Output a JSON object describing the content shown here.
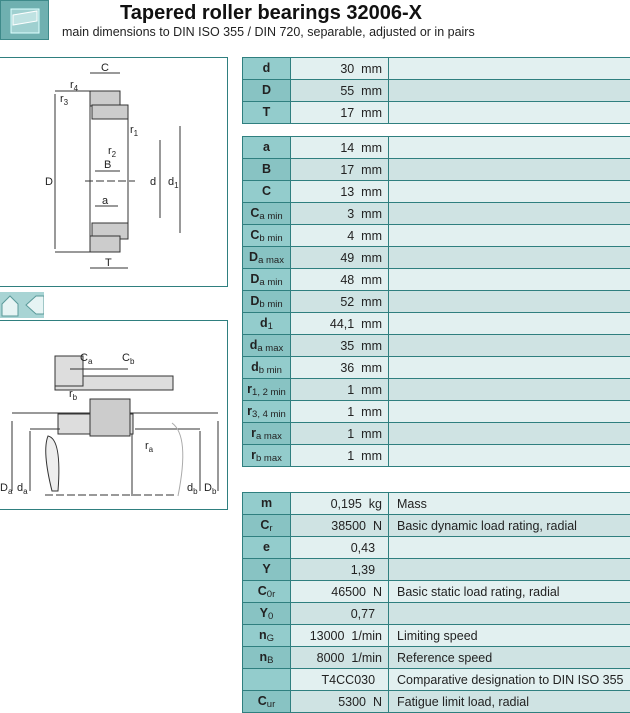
{
  "header": {
    "title": "Tapered roller bearings 32006-X",
    "subtitle": "main dimensions to DIN ISO 355 / DIN 720, separable, adjusted or in pairs"
  },
  "drawing1": {
    "labels": [
      "C",
      "r4",
      "r3",
      "r1",
      "r2",
      "B",
      "D",
      "d",
      "d1",
      "a",
      "T"
    ]
  },
  "drawing2": {
    "labels": [
      "Ca",
      "Cb",
      "rb",
      "ra",
      "Da",
      "da",
      "db",
      "Db"
    ]
  },
  "table1": [
    {
      "sym": "d",
      "sub": "",
      "value": "30",
      "unit": "mm",
      "desc": ""
    },
    {
      "sym": "D",
      "sub": "",
      "value": "55",
      "unit": "mm",
      "desc": ""
    },
    {
      "sym": "T",
      "sub": "",
      "value": "17",
      "unit": "mm",
      "desc": ""
    }
  ],
  "table2": [
    {
      "sym": "a",
      "sub": "",
      "value": "14",
      "unit": "mm",
      "desc": ""
    },
    {
      "sym": "B",
      "sub": "",
      "value": "17",
      "unit": "mm",
      "desc": ""
    },
    {
      "sym": "C",
      "sub": "",
      "value": "13",
      "unit": "mm",
      "desc": ""
    },
    {
      "sym": "C",
      "sub": "a min",
      "value": "3",
      "unit": "mm",
      "desc": ""
    },
    {
      "sym": "C",
      "sub": "b min",
      "value": "4",
      "unit": "mm",
      "desc": ""
    },
    {
      "sym": "D",
      "sub": "a max",
      "value": "49",
      "unit": "mm",
      "desc": ""
    },
    {
      "sym": "D",
      "sub": "a min",
      "value": "48",
      "unit": "mm",
      "desc": ""
    },
    {
      "sym": "D",
      "sub": "b min",
      "value": "52",
      "unit": "mm",
      "desc": ""
    },
    {
      "sym": "d",
      "sub": "1",
      "value": "44,1",
      "unit": "mm",
      "desc": ""
    },
    {
      "sym": "d",
      "sub": "a max",
      "value": "35",
      "unit": "mm",
      "desc": ""
    },
    {
      "sym": "d",
      "sub": "b min",
      "value": "36",
      "unit": "mm",
      "desc": ""
    },
    {
      "sym": "r",
      "sub": "1, 2 min",
      "value": "1",
      "unit": "mm",
      "desc": ""
    },
    {
      "sym": "r",
      "sub": "3, 4 min",
      "value": "1",
      "unit": "mm",
      "desc": ""
    },
    {
      "sym": "r",
      "sub": "a max",
      "value": "1",
      "unit": "mm",
      "desc": ""
    },
    {
      "sym": "r",
      "sub": "b max",
      "value": "1",
      "unit": "mm",
      "desc": ""
    }
  ],
  "table3": [
    {
      "sym": "m",
      "sub": "",
      "value": "0,195",
      "unit": "kg",
      "desc": "Mass"
    },
    {
      "sym": "C",
      "sub": "r",
      "value": "38500",
      "unit": "N",
      "desc": "Basic dynamic load rating, radial"
    },
    {
      "sym": "e",
      "sub": "",
      "value": "0,43",
      "unit": "",
      "desc": ""
    },
    {
      "sym": "Y",
      "sub": "",
      "value": "1,39",
      "unit": "",
      "desc": ""
    },
    {
      "sym": "C",
      "sub": "0r",
      "value": "46500",
      "unit": "N",
      "desc": "Basic static load rating, radial"
    },
    {
      "sym": "Y",
      "sub": "0",
      "value": "0,77",
      "unit": "",
      "desc": ""
    },
    {
      "sym": "n",
      "sub": "G",
      "value": "13000",
      "unit": "1/min",
      "desc": "Limiting speed"
    },
    {
      "sym": "n",
      "sub": "B",
      "value": "8000",
      "unit": "1/min",
      "desc": "Reference speed"
    },
    {
      "sym": "",
      "sub": "",
      "value": "T4CC030",
      "unit": "",
      "desc": "Comparative designation to DIN ISO 355"
    },
    {
      "sym": "C",
      "sub": "ur",
      "value": "5300",
      "unit": "N",
      "desc": "Fatigue limit load, radial"
    }
  ]
}
